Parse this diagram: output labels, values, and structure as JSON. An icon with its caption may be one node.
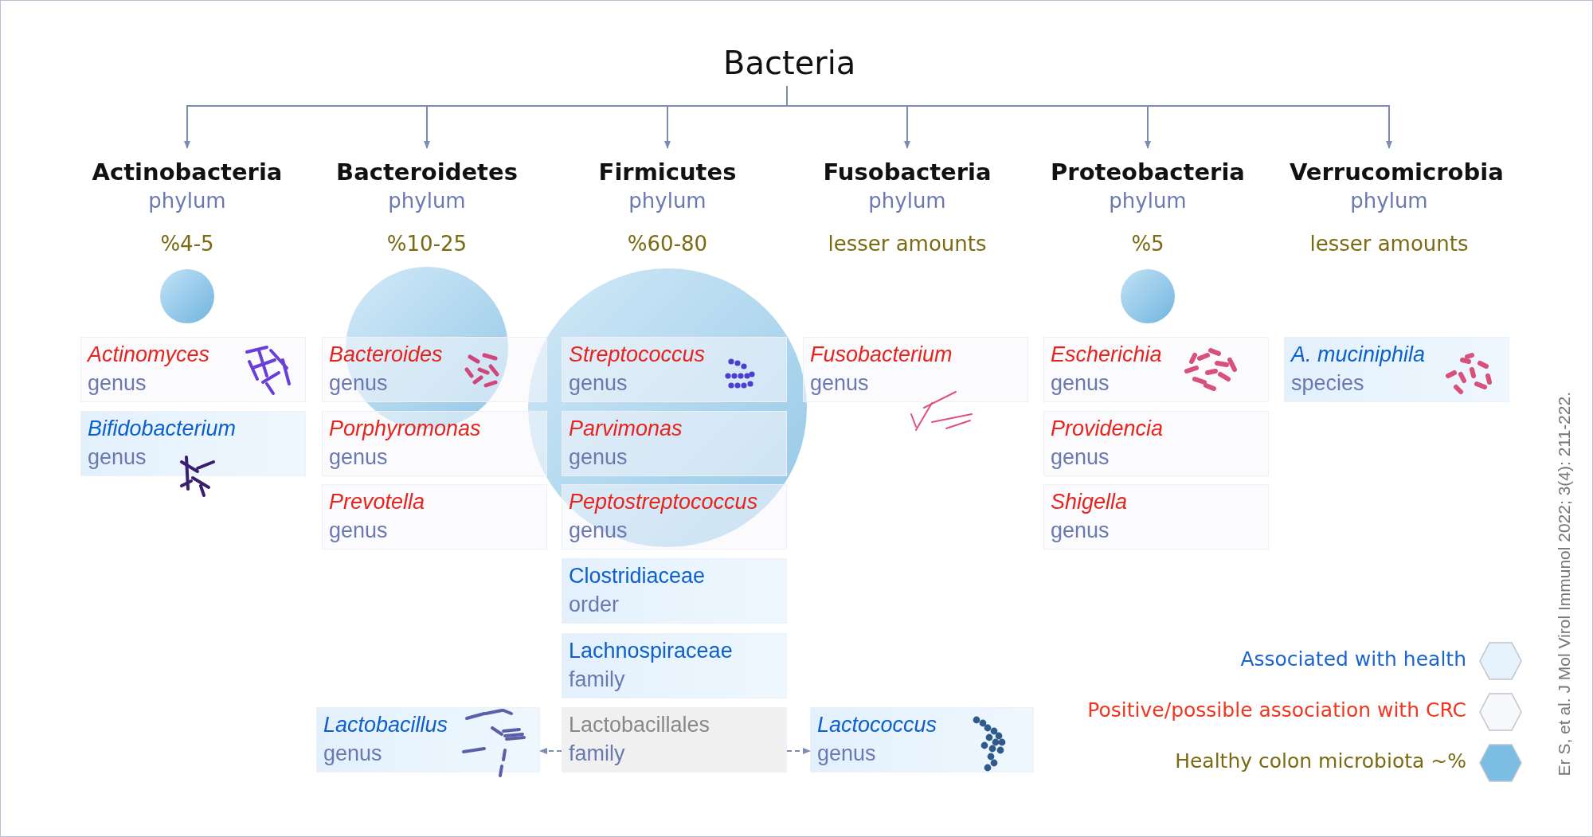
{
  "diagram": {
    "nodes": [
      {
        "text": [
          "Bacteria"
        ]
      },
      {
        "text": [
          "Actinobacteria",
          "phylum"
        ],
        "beside": [
          "%4-5"
        ]
      },
      {
        "text": [
          "Bacteroidetes",
          "phylum"
        ],
        "beside": [
          "%10-25"
        ]
      },
      {
        "text": [
          "Firmicutes",
          "phylum"
        ],
        "beside": [
          "%60-80"
        ]
      },
      {
        "text": [
          "Fusobacteria",
          "phylum"
        ],
        "beside": [
          "lesser amounts"
        ]
      },
      {
        "text": [
          "Proteobacteria",
          "phylum"
        ],
        "beside": [
          "%5"
        ]
      },
      {
        "text": [
          "Verrucomicrobia",
          "phylum"
        ],
        "beside": [
          "lesser amounts"
        ]
      },
      {
        "text": [
          "Actinomyces",
          "genus"
        ]
      },
      {
        "text": [
          "Bifidobacterium",
          "genus"
        ]
      },
      {
        "text": [
          "Bacteroides",
          "genus"
        ]
      },
      {
        "text": [
          "Porphyromonas",
          "genus"
        ]
      },
      {
        "text": [
          "Prevotella",
          "genus"
        ]
      },
      {
        "text": [
          "Streptococcus",
          "genus"
        ]
      },
      {
        "text": [
          "Parvimonas",
          "genus"
        ]
      },
      {
        "text": [
          "Peptostreptococcus",
          "genus"
        ]
      },
      {
        "text": [
          "Clostridiaceae",
          "order"
        ]
      },
      {
        "text": [
          "Lachnospiraceae",
          "family"
        ]
      },
      {
        "text": [
          "Fusobacterium",
          "genus"
        ]
      },
      {
        "text": [
          "Escherichia",
          "genus"
        ]
      },
      {
        "text": [
          "Providencia",
          "genus"
        ]
      },
      {
        "text": [
          "Shigella",
          "genus"
        ]
      },
      {
        "text": [
          "A. muciniphila",
          "species"
        ]
      },
      {
        "text": [
          "Lactobacillus",
          "genus"
        ]
      },
      {
        "text": [
          "Lactobacillales",
          "family"
        ]
      },
      {
        "text": [
          "Lactococcus",
          "genus"
        ]
      }
    ],
    "edges": [
      {
        "from": 0,
        "to": 1,
        "arrow": "to"
      },
      {
        "from": 0,
        "to": 2,
        "arrow": "to"
      },
      {
        "from": 0,
        "to": 3,
        "arrow": "to"
      },
      {
        "from": 0,
        "to": 4,
        "arrow": "to"
      },
      {
        "from": 0,
        "to": 5,
        "arrow": "to"
      },
      {
        "from": 0,
        "to": 6,
        "arrow": "to"
      },
      {
        "from": 23,
        "to": 22,
        "arrow": "to",
        "style": "dashed"
      },
      {
        "from": 23,
        "to": 24,
        "arrow": "to",
        "style": "dashed"
      }
    ],
    "labels": [
      "Er S, et al. J Mol Virol Immunol 2022; 3(4): 211-222."
    ],
    "legend": [
      {
        "text": "Associated with health",
        "color": "#e6f3fd"
      },
      {
        "text": "Positive/possible association with CRC",
        "color": "#f7f8fc"
      },
      {
        "text": "Healthy colon microbiota ~%",
        "color": "#7bbde3"
      }
    ]
  }
}
